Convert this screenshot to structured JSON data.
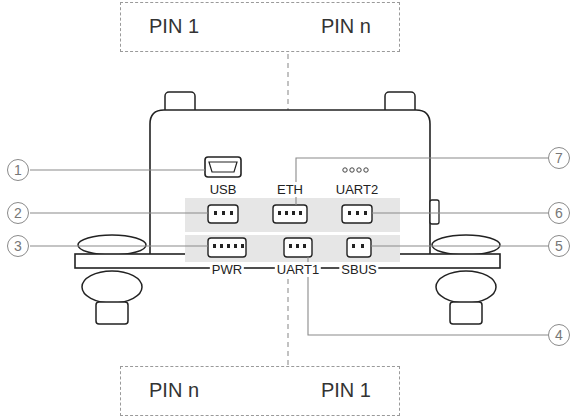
{
  "diagram": {
    "nodes": [
      {
        "text": [
          "PIN 1",
          "PIN n"
        ]
      },
      {
        "text": [
          "1"
        ]
      },
      {
        "text": [
          "2"
        ]
      },
      {
        "text": [
          "3"
        ]
      },
      {
        "text": [
          "4"
        ]
      },
      {
        "text": [
          "5"
        ]
      },
      {
        "text": [
          "6"
        ]
      },
      {
        "text": [
          "7"
        ]
      },
      {
        "text": [
          "PIN n",
          "PIN 1"
        ]
      }
    ],
    "labels": [
      "USB",
      "ETH",
      "UART2",
      "PWR",
      "UART1",
      "SBUS"
    ]
  }
}
